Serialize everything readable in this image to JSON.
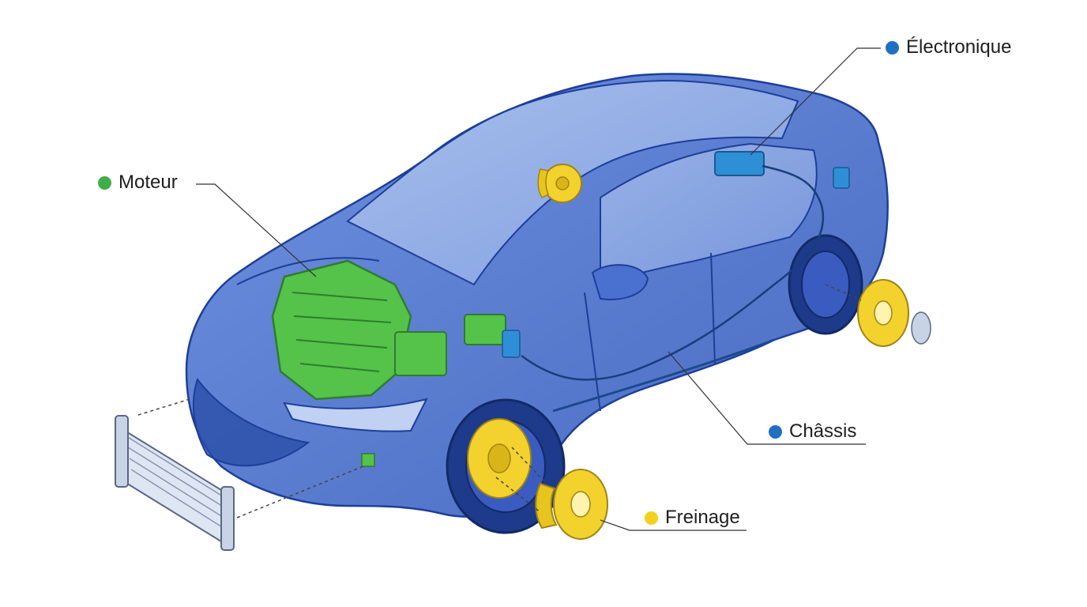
{
  "labels": {
    "moteur": "Moteur",
    "electronique": "Électronique",
    "chassis": "Châssis",
    "freinage": "Freinage"
  },
  "legend_colors": {
    "moteur": "#3fae49",
    "electronique": "#1f6fc5",
    "chassis": "#1f6fc5",
    "freinage": "#f2d21b"
  },
  "component_colors": {
    "body": "#3b64c9",
    "engine": "#55c24a",
    "brakes": "#f3d22e",
    "electronics": "#2f8fd6"
  }
}
